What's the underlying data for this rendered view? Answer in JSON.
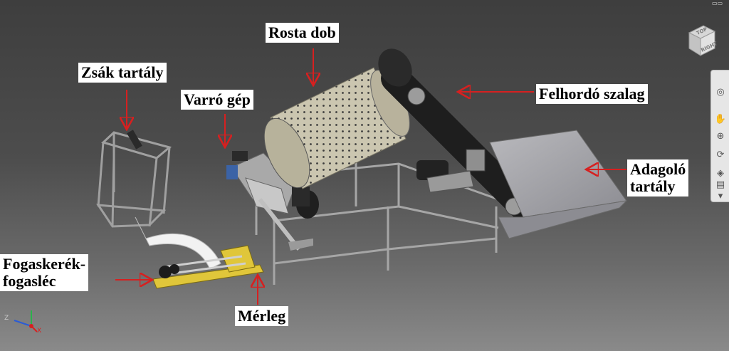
{
  "labels": {
    "rosta_dob": "Rosta dob",
    "zsak_tartaly": "Zsák tartály",
    "varro_gep": "Varró gép",
    "felhordo_szalag": "Felhordó szalag",
    "adagolo_line1": "Adagoló",
    "adagolo_line2": "tartály",
    "fogaskerek_line1": "Fogaskerék-",
    "fogaskerek_line2": "fogasléc",
    "merleg": "Mérleg"
  },
  "axes": {
    "z": "Z",
    "x": "X"
  },
  "viewcube": {
    "face": "RIGHT",
    "top": "TOP"
  },
  "colors": {
    "arrow": "#d62020",
    "frame": "#9a9a9a",
    "yellow": "#e0c63a",
    "drum": "#c9c3ad",
    "belt": "#1e1e1e",
    "hopper": "#a9a9ad"
  },
  "nav_bar": {
    "icons": [
      "steering-wheel-icon",
      "pan-hand-icon",
      "zoom-icon",
      "orbit-icon",
      "look-icon",
      "showmotion-icon",
      "expand-icon"
    ]
  }
}
